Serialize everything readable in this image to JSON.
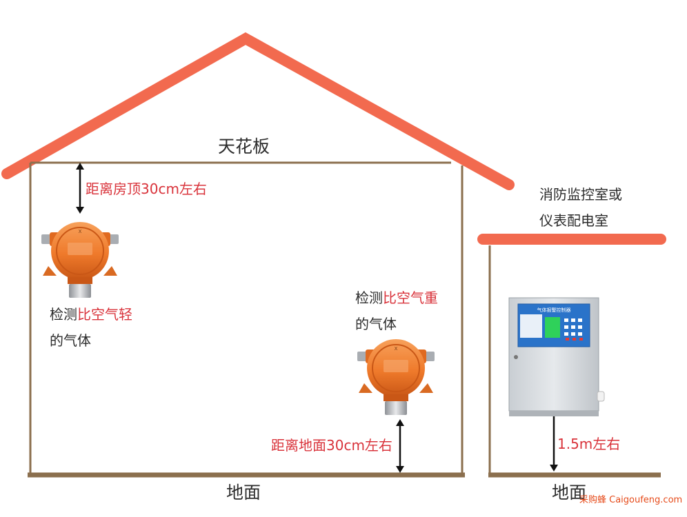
{
  "labels": {
    "ceiling": "天花板",
    "dist_roof": "距离房顶30cm左右",
    "light_gas_pre": "检测",
    "light_gas_red": "比空气轻",
    "light_gas_line2": "的气体",
    "heavy_gas_pre": "检测",
    "heavy_gas_red": "比空气重",
    "heavy_gas_line2": "的气体",
    "dist_ground": "距离地面30cm左右",
    "ground_main": "地面",
    "control_room_line1": "消防监控室或",
    "control_room_line2": "仪表配电室",
    "height_controller": "1.5m左右",
    "ground_side": "地面",
    "watermark": "采购蜂 Caigoufeng.com",
    "panel_title": "气体报警控制器"
  },
  "colors": {
    "roof": "#f26a4f",
    "wall": "#8b6f4e",
    "label_red": "#d9333b",
    "detector_orange": "#f07d2a",
    "panel_blue": "#2a73c9"
  }
}
